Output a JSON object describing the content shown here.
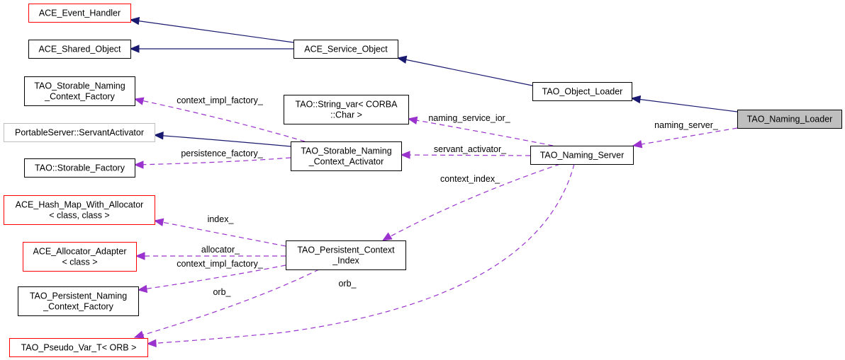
{
  "diagram": {
    "type": "collaboration-graph",
    "nodes": [
      {
        "id": "ace_event_handler",
        "lines": [
          "ACE_Event_Handler"
        ],
        "style": "red"
      },
      {
        "id": "ace_shared_object",
        "lines": [
          "ACE_Shared_Object"
        ],
        "style": "black"
      },
      {
        "id": "ace_service_object",
        "lines": [
          "ACE_Service_Object"
        ],
        "style": "black"
      },
      {
        "id": "tao_object_loader",
        "lines": [
          "TAO_Object_Loader"
        ],
        "style": "black"
      },
      {
        "id": "tao_naming_loader",
        "lines": [
          "TAO_Naming_Loader"
        ],
        "style": "current"
      },
      {
        "id": "tao_storable_naming_context_factory",
        "lines": [
          "TAO_Storable_Naming",
          "_Context_Factory"
        ],
        "style": "black"
      },
      {
        "id": "tao_string_var",
        "lines": [
          "TAO::String_var< CORBA",
          "::Char >"
        ],
        "style": "black"
      },
      {
        "id": "portableserver_servantactivator",
        "lines": [
          "PortableServer::ServantActivator"
        ],
        "style": "gray"
      },
      {
        "id": "tao_storable_naming_context_activator",
        "lines": [
          "TAO_Storable_Naming",
          "_Context_Activator"
        ],
        "style": "black"
      },
      {
        "id": "tao_naming_server",
        "lines": [
          "TAO_Naming_Server"
        ],
        "style": "black"
      },
      {
        "id": "tao_storable_factory",
        "lines": [
          "TAO::Storable_Factory"
        ],
        "style": "black"
      },
      {
        "id": "ace_hash_map_with_allocator",
        "lines": [
          "ACE_Hash_Map_With_Allocator",
          "< class, class >"
        ],
        "style": "red"
      },
      {
        "id": "ace_allocator_adapter",
        "lines": [
          "ACE_Allocator_Adapter",
          "< class >"
        ],
        "style": "red"
      },
      {
        "id": "tao_persistent_context_index",
        "lines": [
          "TAO_Persistent_Context",
          "_Index"
        ],
        "style": "black"
      },
      {
        "id": "tao_persistent_naming_context_factory",
        "lines": [
          "TAO_Persistent_Naming",
          "_Context_Factory"
        ],
        "style": "black"
      },
      {
        "id": "tao_pseudo_var_t_orb",
        "lines": [
          "TAO_Pseudo_Var_T< ORB >"
        ],
        "style": "red"
      }
    ],
    "edges": [
      {
        "from": "ace_service_object",
        "to": "ace_event_handler",
        "kind": "inheritance",
        "label": ""
      },
      {
        "from": "ace_service_object",
        "to": "ace_shared_object",
        "kind": "inheritance",
        "label": ""
      },
      {
        "from": "tao_object_loader",
        "to": "ace_service_object",
        "kind": "inheritance",
        "label": ""
      },
      {
        "from": "tao_naming_loader",
        "to": "tao_object_loader",
        "kind": "inheritance",
        "label": ""
      },
      {
        "from": "tao_naming_loader",
        "to": "tao_naming_server",
        "kind": "usage",
        "label": "naming_server_"
      },
      {
        "from": "tao_storable_naming_context_activator",
        "to": "tao_storable_naming_context_factory",
        "kind": "usage",
        "label": "context_impl_factory_"
      },
      {
        "from": "tao_naming_server",
        "to": "tao_string_var",
        "kind": "usage",
        "label": "naming_service_ior_"
      },
      {
        "from": "tao_storable_naming_context_activator",
        "to": "portableserver_servantactivator",
        "kind": "inheritance",
        "label": ""
      },
      {
        "from": "tao_storable_naming_context_activator",
        "to": "tao_storable_factory",
        "kind": "usage",
        "label": "persistence_factory_"
      },
      {
        "from": "tao_naming_server",
        "to": "tao_storable_naming_context_activator",
        "kind": "usage",
        "label": "servant_activator_"
      },
      {
        "from": "tao_naming_server",
        "to": "tao_persistent_context_index",
        "kind": "usage",
        "label": "context_index_"
      },
      {
        "from": "tao_persistent_context_index",
        "to": "ace_hash_map_with_allocator",
        "kind": "usage",
        "label": "index_"
      },
      {
        "from": "tao_persistent_context_index",
        "to": "ace_allocator_adapter",
        "kind": "usage",
        "label": "allocator_"
      },
      {
        "from": "tao_persistent_context_index",
        "to": "tao_persistent_naming_context_factory",
        "kind": "usage",
        "label": "context_impl_factory_"
      },
      {
        "from": "tao_persistent_context_index",
        "to": "tao_pseudo_var_t_orb",
        "kind": "usage",
        "label": "orb_"
      },
      {
        "from": "tao_naming_server",
        "to": "tao_pseudo_var_t_orb",
        "kind": "usage",
        "label": "orb_"
      }
    ]
  },
  "colors": {
    "inheritance": "#191970",
    "usage": "#9a32cd",
    "current_node_fill": "#bfbfbf",
    "undocumented_border": "#ff0000",
    "external_border": "#bfbfbf"
  }
}
